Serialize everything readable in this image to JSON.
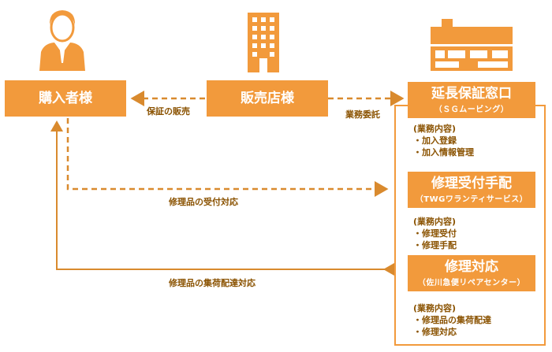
{
  "colors": {
    "orange": "#f29a3c",
    "line": "#d98a2e",
    "text": "#8a5200"
  },
  "buyer": {
    "label": "購入者様",
    "icon": "person-icon"
  },
  "shop": {
    "label": "販売店様",
    "icon": "building-icon"
  },
  "warranty": {
    "label": "延長保証窓口",
    "sub": "（ＳＧムービング）",
    "icon": "store-icon",
    "tasks_title": "(業務内容)",
    "tasks": [
      "・加入登録",
      "・加入情報管理"
    ]
  },
  "repair_reception": {
    "label": "修理受付手配",
    "sub": "（TWGワランティサービス）",
    "tasks_title": "(業務内容)",
    "tasks": [
      "・修理受付",
      "・修理手配"
    ]
  },
  "repair_service": {
    "label": "修理対応",
    "sub": "（佐川急便リペアセンター）",
    "tasks_title": "(業務内容)",
    "tasks": [
      "・修理品の集荷配達",
      "・修理対応"
    ]
  },
  "arrows": {
    "warranty_sale": "保証の販売",
    "outsourcing": "業務委託",
    "repair_reception": "修理品の受付対応",
    "repair_delivery": "修理品の集荷配達対応"
  }
}
